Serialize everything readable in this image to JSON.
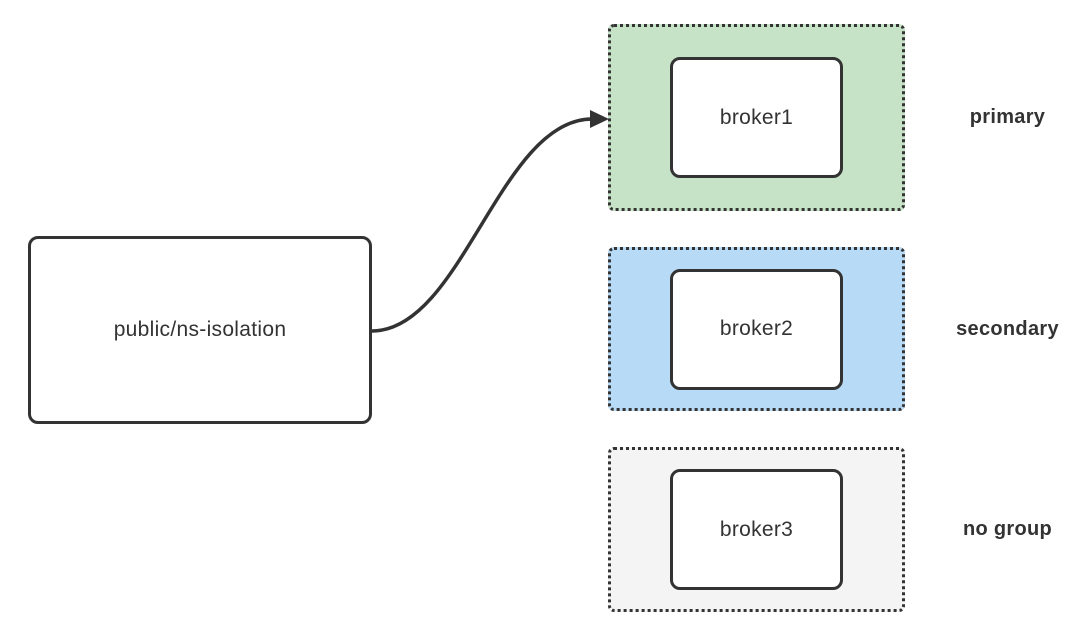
{
  "diagram": {
    "source_node": {
      "label": "public/ns-isolation"
    },
    "arrow": {
      "from": "public/ns-isolation",
      "to": "broker1"
    },
    "groups": [
      {
        "broker_label": "broker1",
        "group_label": "primary",
        "fill": "#c7e3c7"
      },
      {
        "broker_label": "broker2",
        "group_label": "secondary",
        "fill": "#b7daf7"
      },
      {
        "broker_label": "broker3",
        "group_label": "no group",
        "fill": "#f4f4f4"
      }
    ],
    "colors": {
      "stroke": "#333333",
      "text": "#333333",
      "node_fill": "#ffffff",
      "background": "#ffffff"
    }
  }
}
